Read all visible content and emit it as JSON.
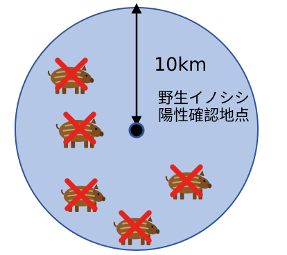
{
  "radius_label": "10km",
  "center_label": {
    "line1": "野生イノシシ",
    "line2": "陽性確認地点"
  },
  "colors": {
    "zone_fill": "#b4c7e7",
    "zone_stroke": "#2f5597",
    "center_point_fill": "#000000",
    "center_point_stroke": "#2f5597",
    "arrow": "#000000",
    "boar_body": "#8f5b2a",
    "boar_stripe": "#c9a36a",
    "cross": "#e8231c"
  },
  "icons": {
    "boar": "wild-boar-icon",
    "cross": "cross-mark-icon"
  },
  "boar_count": 5
}
